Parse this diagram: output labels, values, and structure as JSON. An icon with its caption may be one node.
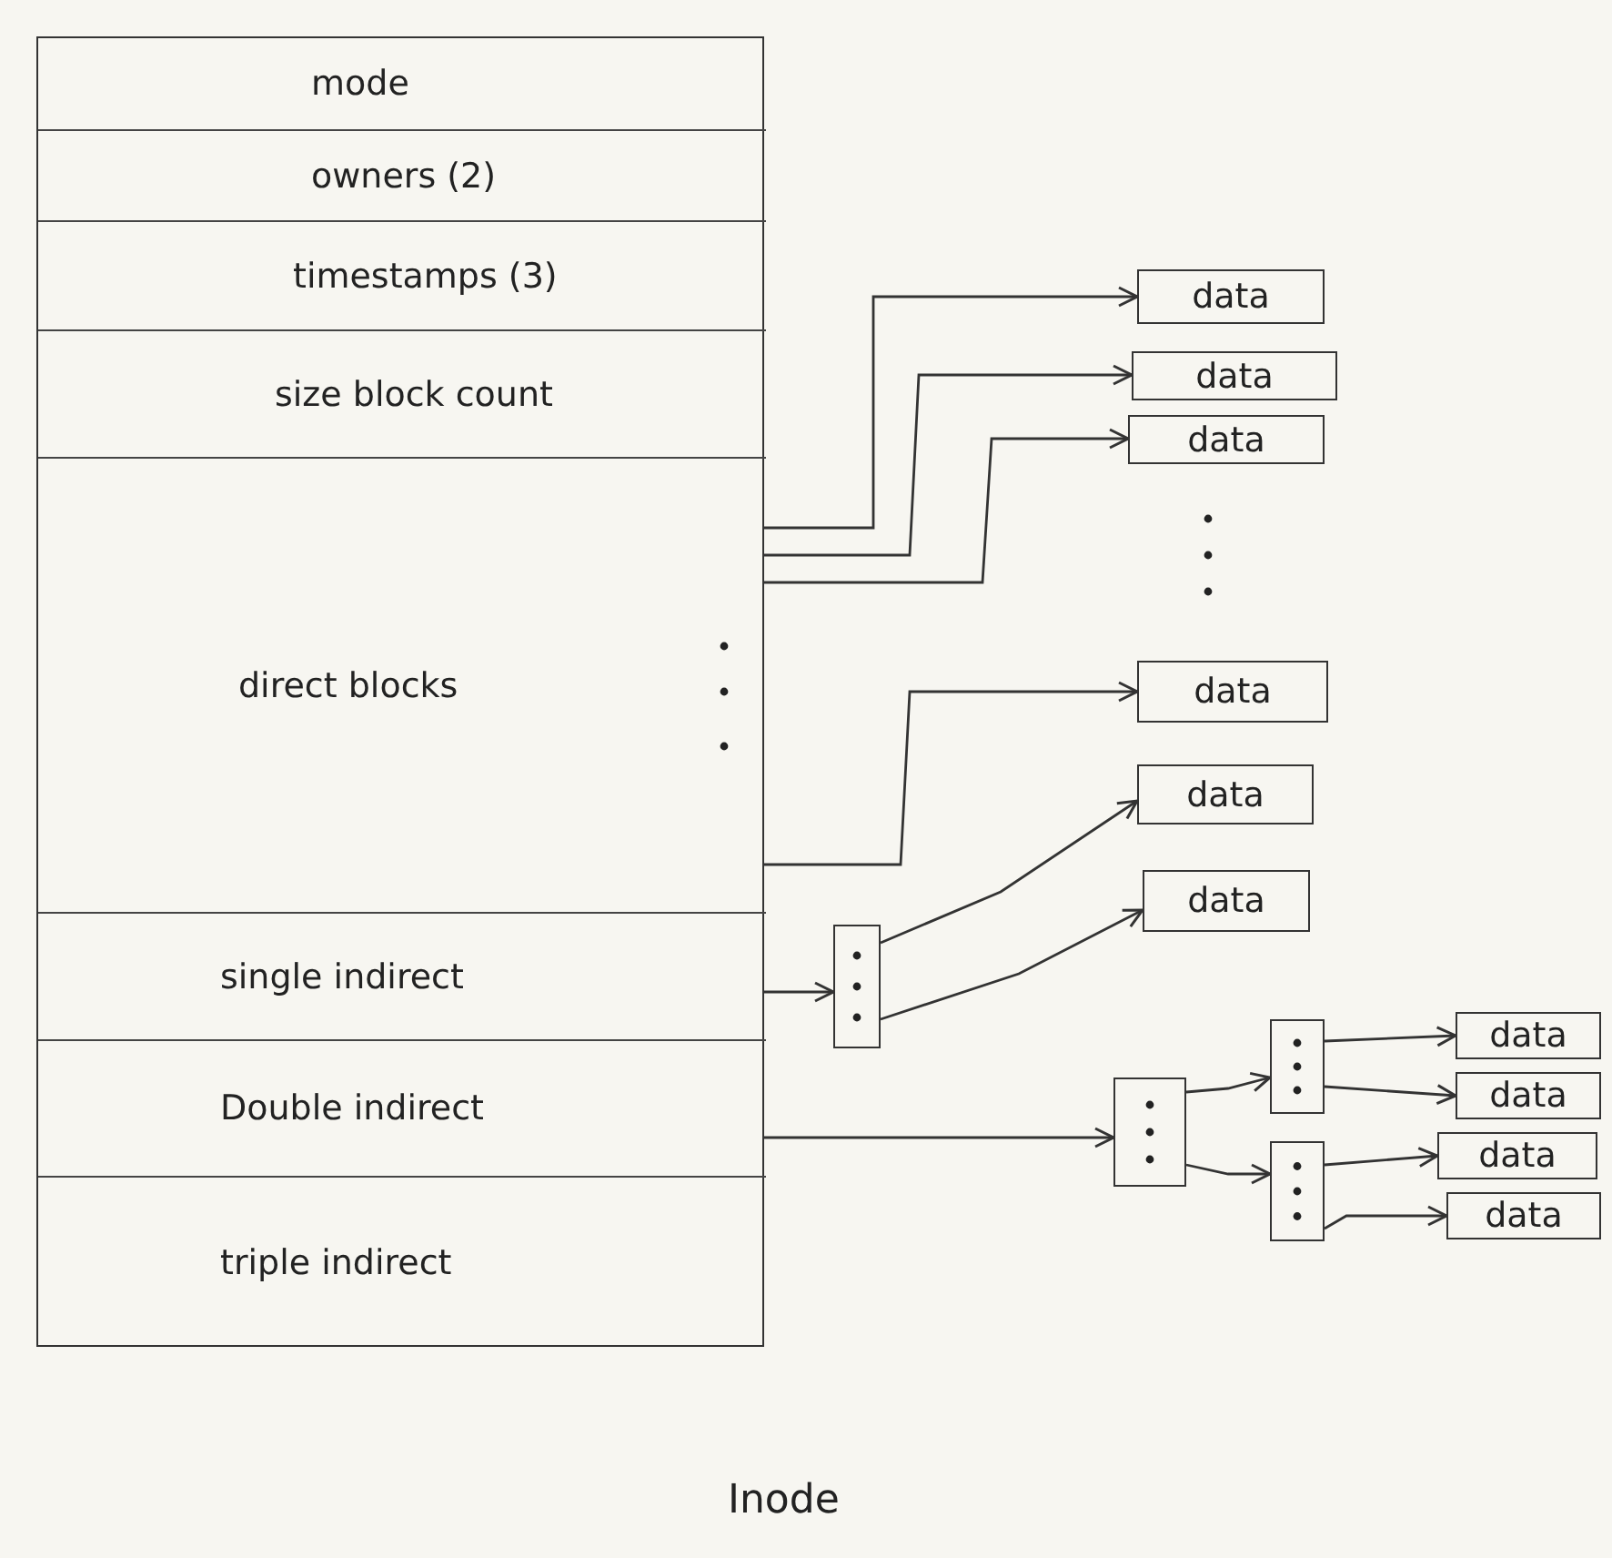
{
  "diagram": {
    "caption": "Inode",
    "nodes": [
      {
        "text": [],
        "shape": "box"
      },
      {
        "text": [
          "mode"
        ],
        "in": 0
      },
      {
        "text": [
          "owners (2)"
        ],
        "in": 0
      },
      {
        "text": [
          "timestamps (3)"
        ],
        "in": 0
      },
      {
        "text": [
          "size block count"
        ],
        "in": 0
      },
      {
        "text": [
          "direct blocks"
        ],
        "in": 0
      },
      {
        "text": [
          "single indirect"
        ],
        "in": 0
      },
      {
        "text": [
          "Double indirect"
        ],
        "in": 0
      },
      {
        "text": [
          "triple indirect"
        ],
        "in": 0
      },
      {
        "text": [
          "data"
        ]
      },
      {
        "text": [
          "data"
        ]
      },
      {
        "text": [
          "data"
        ]
      },
      {
        "text": [
          "data"
        ]
      },
      {
        "text": [
          "data"
        ]
      },
      {
        "text": [
          "data"
        ]
      },
      {
        "text": [],
        "shape": "box"
      },
      {
        "text": [],
        "shape": "box"
      },
      {
        "text": [],
        "shape": "box"
      },
      {
        "text": [],
        "shape": "box"
      },
      {
        "text": [
          "data"
        ]
      },
      {
        "text": [
          "data"
        ]
      },
      {
        "text": [
          "data"
        ]
      },
      {
        "text": [
          "data"
        ]
      }
    ],
    "edges": [
      {
        "from": 5,
        "to": 9,
        "arrow": "to"
      },
      {
        "from": 5,
        "to": 10,
        "arrow": "to"
      },
      {
        "from": 5,
        "to": 11,
        "arrow": "to"
      },
      {
        "from": 5,
        "to": 12,
        "arrow": "to"
      },
      {
        "from": 6,
        "to": 15,
        "arrow": "to"
      },
      {
        "from": 15,
        "to": 13,
        "arrow": "to"
      },
      {
        "from": 15,
        "to": 14,
        "arrow": "to"
      },
      {
        "from": 7,
        "to": 16,
        "arrow": "to"
      },
      {
        "from": 16,
        "to": 17,
        "arrow": "to"
      },
      {
        "from": 16,
        "to": 18,
        "arrow": "to"
      },
      {
        "from": 17,
        "to": 19,
        "arrow": "to"
      },
      {
        "from": 17,
        "to": 20,
        "arrow": "to"
      },
      {
        "from": 18,
        "to": 21,
        "arrow": "to"
      },
      {
        "from": 18,
        "to": 22,
        "arrow": "to"
      }
    ]
  }
}
